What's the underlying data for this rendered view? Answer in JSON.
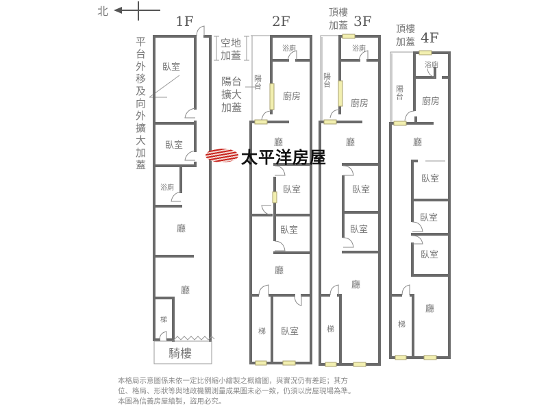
{
  "compass": {
    "label": "北",
    "icon": "north-arrow-icon"
  },
  "floors": [
    {
      "id": "1F",
      "title": "1F",
      "annotation": [
        "平",
        "台",
        "外",
        "移",
        "及",
        "向",
        "外",
        "擴",
        "大",
        "加",
        "蓋"
      ],
      "rooms": [
        "臥室",
        "臥室",
        "浴廁",
        "廳",
        "廳",
        "梯"
      ],
      "arcade": "騎樓"
    },
    {
      "id": "2F",
      "title": "2F",
      "annotation_top": [
        "空地",
        "加蓋"
      ],
      "annotation_side": [
        "陽台",
        "擴大",
        "加蓋"
      ],
      "rooms": [
        "浴廁",
        "陽台",
        "廚房",
        "廳",
        "臥室",
        "臥室",
        "廳",
        "梯",
        "臥室"
      ]
    },
    {
      "id": "3F",
      "title": "3F",
      "prefix": [
        "頂樓",
        "加蓋"
      ],
      "rooms": [
        "浴廁",
        "陽台",
        "廚房",
        "廳",
        "臥室",
        "臥室",
        "廳",
        "梯"
      ]
    },
    {
      "id": "4F",
      "title": "4F",
      "prefix": [
        "頂樓",
        "加蓋"
      ],
      "rooms": [
        "浴廁",
        "陽台",
        "廚房",
        "廳",
        "臥室",
        "臥室",
        "臥室",
        "梯",
        "廳"
      ]
    }
  ],
  "watermark": {
    "text": "太平洋房屋",
    "brand_color": "#c8241e"
  },
  "disclaimer": {
    "lines": [
      "本格局示意圖係未依一定比例縮小繪製之概繪圖，與實況仍有差距；其方",
      "位、格局、形狀等與地政機關測量成果圖未必一致，仍須以房屋現場為準。",
      "本圖為信義房屋繪製，盜用必究。"
    ]
  },
  "colors": {
    "wall": "#6a6a6a",
    "window": "#f2efb0",
    "label": "#777777"
  }
}
